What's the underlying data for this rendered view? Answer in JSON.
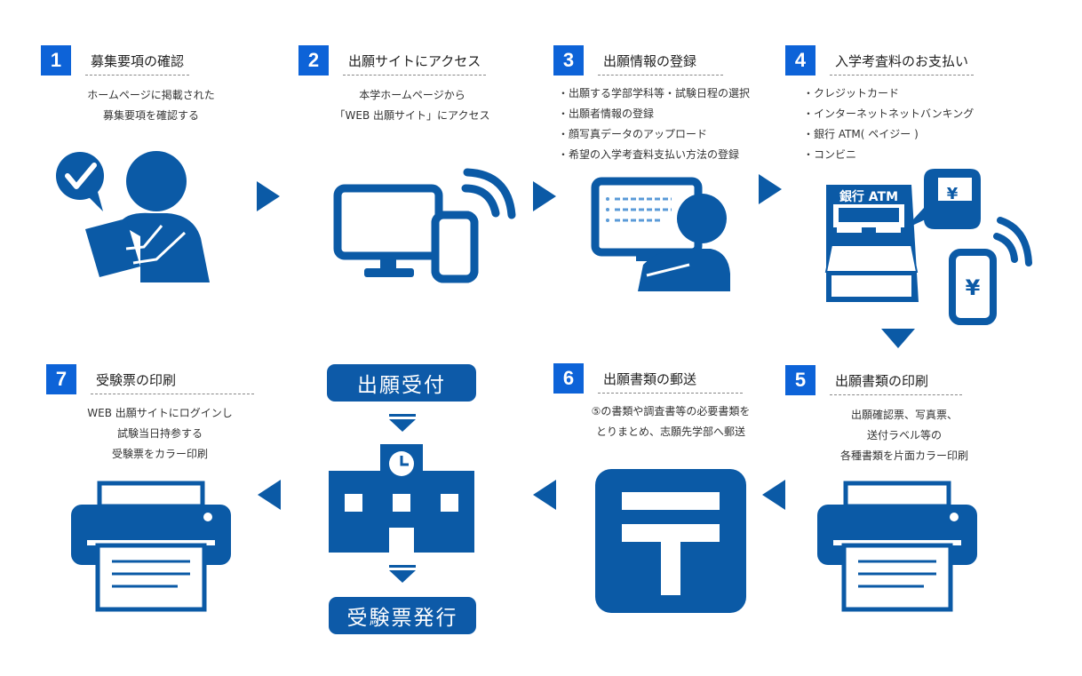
{
  "steps": [
    {
      "num": "1",
      "title": "募集要項の確認",
      "lines": [
        "ホームページに掲載された",
        "募集要項を確認する"
      ]
    },
    {
      "num": "2",
      "title": "出願サイトにアクセス",
      "lines": [
        "本学ホームページから",
        "「WEB 出願サイト」にアクセス"
      ]
    },
    {
      "num": "3",
      "title": "出願情報の登録",
      "lines": [
        "・出願する学部学科等・試験日程の選択",
        "・出願者情報の登録",
        "・顔写真データのアップロード",
        "・希望の入学考査料支払い方法の登録"
      ]
    },
    {
      "num": "4",
      "title": "入学考査料のお支払い",
      "lines": [
        "・クレジットカード",
        "・インターネットネットバンキング",
        "・銀行 ATM( ペイジー )",
        "・コンビニ"
      ]
    },
    {
      "num": "5",
      "title": "出願書類の印刷",
      "lines": [
        "出願確認票、写真票、",
        "送付ラベル等の",
        "各種書類を片面カラー印刷"
      ]
    },
    {
      "num": "6",
      "title": "出願書類の郵送",
      "lines": [
        "⑤の書類や調査書等の必要書類を",
        "とりまとめ、志願先学部へ郵送"
      ]
    },
    {
      "num": "7",
      "title": "受験票の印刷",
      "lines": [
        "WEB 出願サイトにログインし",
        "試験当日持参する",
        "受験票をカラー印刷"
      ]
    }
  ],
  "center_flow": {
    "top_label": "出願受付",
    "bottom_label": "受験票発行"
  },
  "atm_label": "銀行 ATM",
  "yen_symbol": "¥",
  "icons": [
    "check-icon",
    "person-icon",
    "tablet-icon",
    "monitor-icon",
    "smartphone-icon",
    "wifi-icon",
    "computer-user-icon",
    "atm-icon",
    "yen-phone-icon",
    "printer-icon",
    "post-office-icon",
    "school-building-icon",
    "clock-icon"
  ],
  "colors": {
    "primary": "#0d5aa8",
    "number_badge": "#0d63d8",
    "icon_blue": "#0b5aa6"
  }
}
